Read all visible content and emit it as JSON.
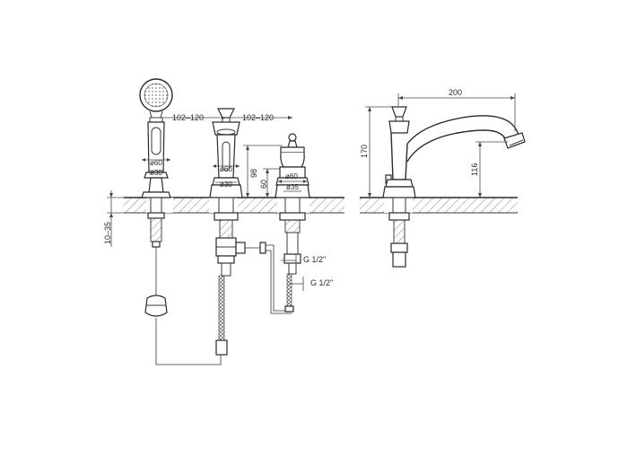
{
  "dimensions": {
    "gap_left": "102–120",
    "gap_right": "102–120",
    "handshower_d_top": "ø60",
    "handshower_d_base": "ø30",
    "spout_d_top": "ø60",
    "spout_d_base": "ø30",
    "spout_height": "98",
    "valve_height": "60",
    "valve_d_top": "ø60",
    "valve_d_base": "ø35",
    "deck_thickness": "10–35",
    "thread_upper": "G 1/2\"",
    "thread_lower": "G 1/2\"",
    "side_length": "200",
    "side_height": "170",
    "side_outlet_height": "116"
  }
}
